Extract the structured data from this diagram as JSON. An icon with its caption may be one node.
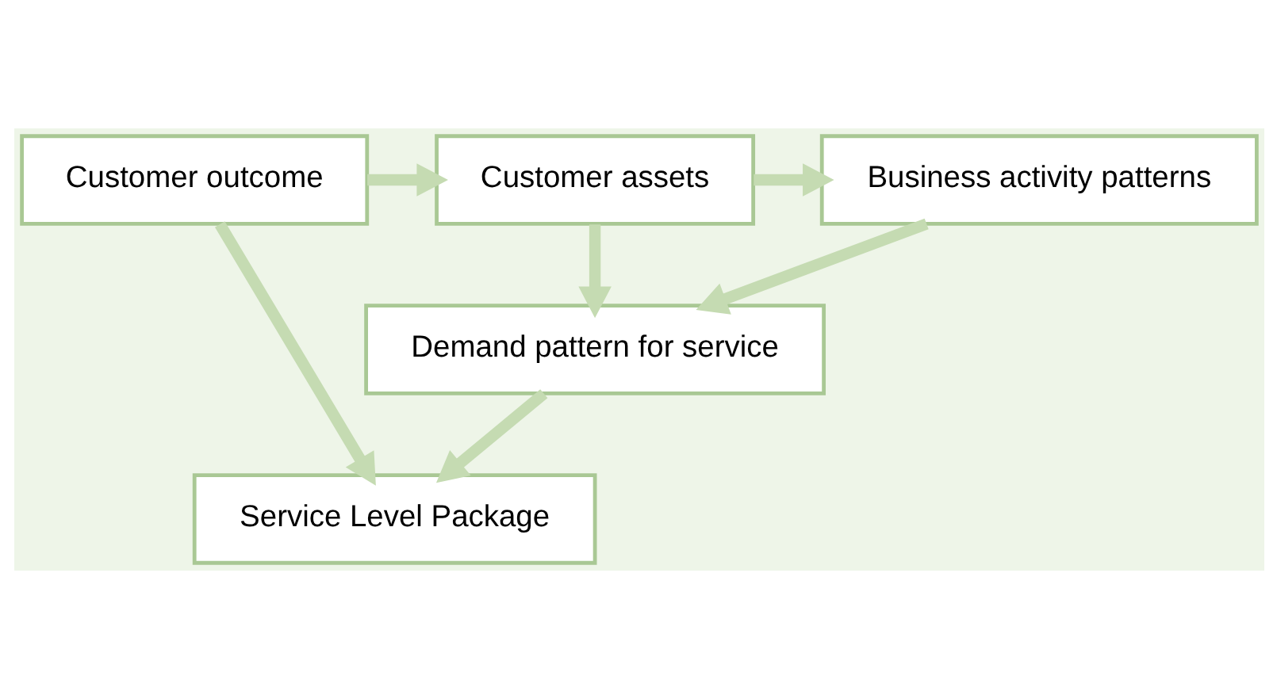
{
  "diagram": {
    "nodes": [
      {
        "text": [
          "Customer outcome"
        ]
      },
      {
        "text": [
          "Customer assets"
        ]
      },
      {
        "text": [
          "Business activity patterns"
        ]
      },
      {
        "text": [
          "Demand pattern for service"
        ]
      },
      {
        "text": [
          "Service Level Package"
        ]
      }
    ],
    "edges": [
      {
        "from": 0,
        "to": 1,
        "arrow": "to"
      },
      {
        "from": 1,
        "to": 2,
        "arrow": "to"
      },
      {
        "from": 2,
        "to": 3,
        "arrow": "to"
      },
      {
        "from": 1,
        "to": 3,
        "arrow": "to"
      },
      {
        "from": 3,
        "to": 4,
        "arrow": "to"
      },
      {
        "from": 0,
        "to": 4,
        "arrow": "to"
      }
    ]
  }
}
